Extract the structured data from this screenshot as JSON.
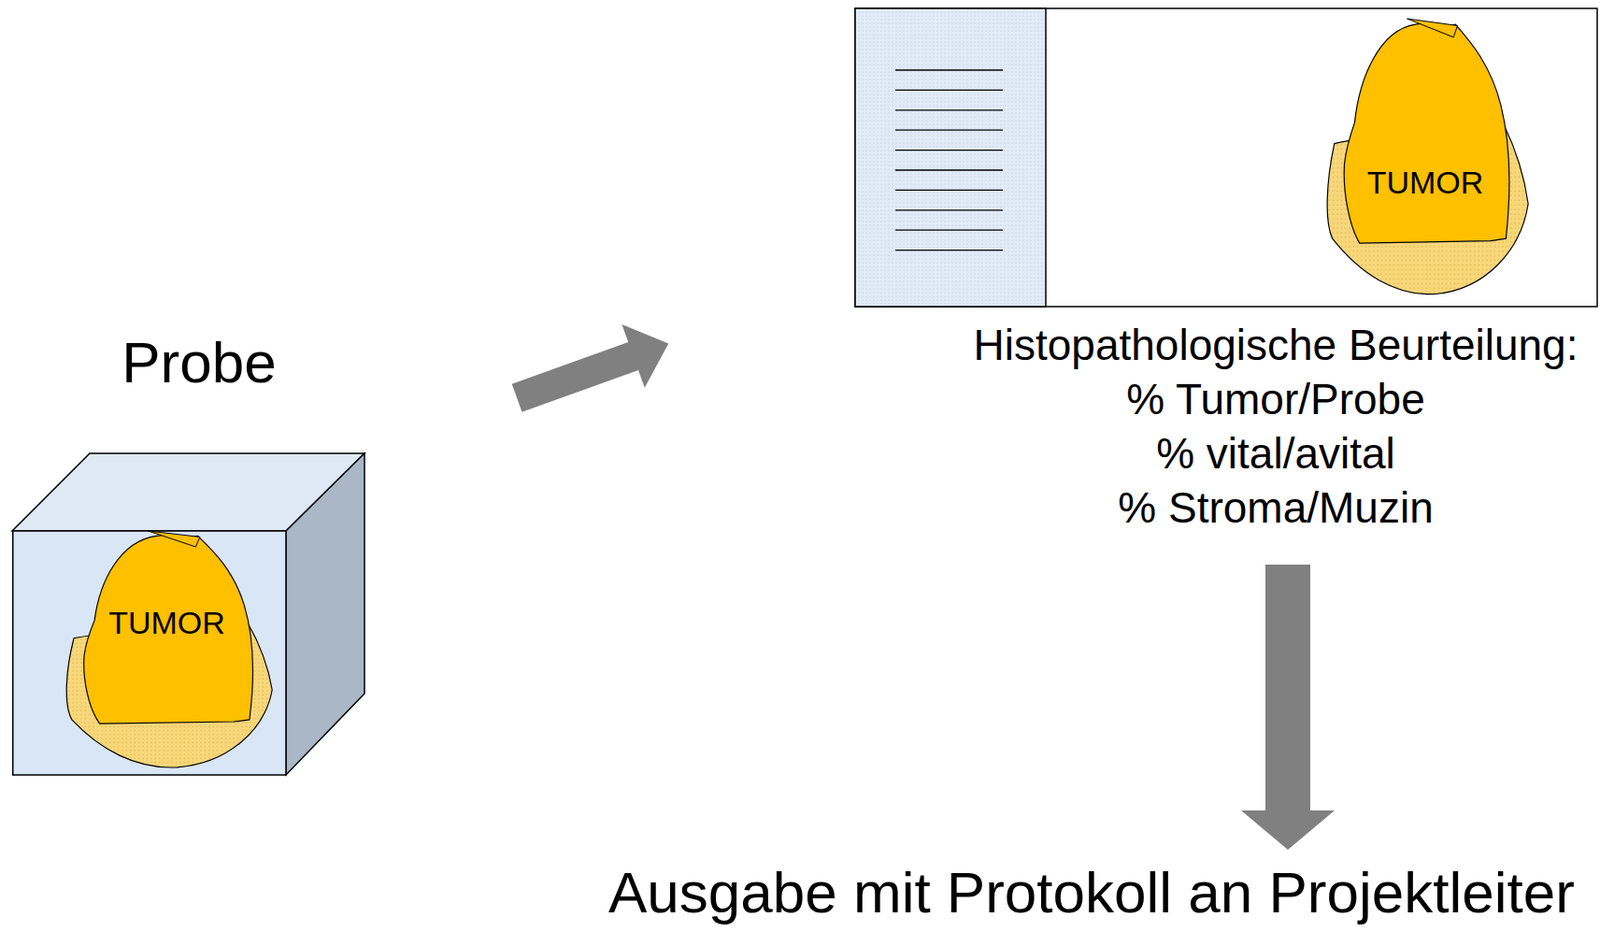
{
  "diagram": {
    "nodes": [
      {
        "text": [
          "Probe"
        ]
      },
      {
        "text": [
          "TUMOR"
        ],
        "in": 0
      },
      {
        "text": [
          "Histopathologische Beurteilung:",
          "% Tumor/Probe",
          "% vital/avital",
          "% Stroma/Muzin"
        ]
      },
      {
        "text": [
          "TUMOR"
        ],
        "in": 2
      },
      {
        "text": [
          "Ausgabe mit Protokoll an Projektleiter"
        ]
      }
    ],
    "edges": [
      {
        "from": 0,
        "to": 2,
        "arrow": "to"
      },
      {
        "from": 2,
        "to": 4,
        "arrow": "to"
      }
    ]
  }
}
